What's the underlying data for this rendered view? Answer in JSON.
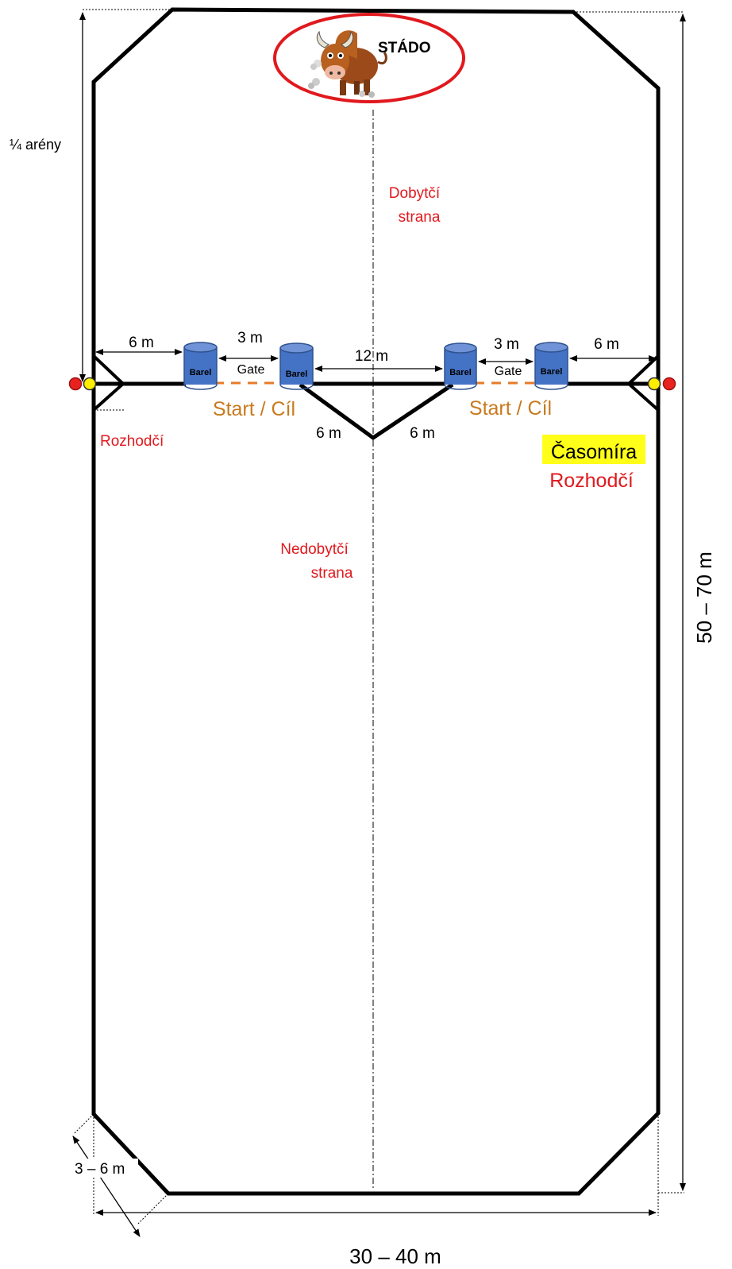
{
  "labels": {
    "herd": "STÁDO",
    "quarter_arena": "¼ arény",
    "cattle_side": [
      "Dobytčí",
      "strana"
    ],
    "non_cattle_side": [
      "Nedobytčí",
      "strana"
    ],
    "judge_left": "Rozhodčí",
    "timekeeper": "Časomíra",
    "judge_right": "Rozhodčí",
    "start_finish_left": "Start / Cíl",
    "start_finish_right": "Start / Cíl",
    "gate_left": "Gate",
    "gate_right": "Gate",
    "barrel": "Barel"
  },
  "dimensions": {
    "left_edge_to_barrel": "6 m",
    "gate_width_left": "3 m",
    "between_gates": "12 m",
    "gate_width_right": "3 m",
    "barrel_to_right_edge": "6 m",
    "v_left": "6 m",
    "v_right": "6 m",
    "corner_cut": "3 – 6 m",
    "arena_width": "30 – 40 m",
    "arena_length": "50 – 70 m"
  },
  "colors": {
    "outline": "#000000",
    "label_red": "#e0191e",
    "start_finish": "#c87a1e",
    "barrel_fill": "#4472c4",
    "barrel_stroke": "#2f528f",
    "timekeeper_highlight": "#ffff1a",
    "marker_red": "#e8231f",
    "marker_yellow": "#ffee00",
    "herd_ellipse": "#e0191e"
  },
  "icons": [
    "bull-icon",
    "barrel-icon",
    "flag-marker-icon"
  ]
}
